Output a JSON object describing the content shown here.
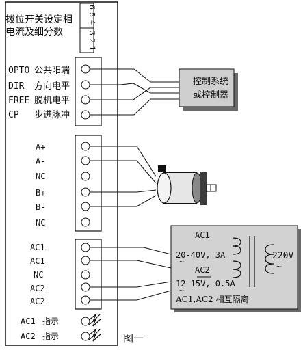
{
  "switch_block": {
    "line1": "拨位开关设定相",
    "line2": "电流及细分数",
    "numbers_top": [
      "6",
      "5",
      "4"
    ],
    "numbers_bottom": [
      "3",
      "2",
      "1"
    ]
  },
  "control_terminals": [
    {
      "code": "OPTO",
      "desc": "公共阳端"
    },
    {
      "code": "DIR",
      "desc": "方向电平"
    },
    {
      "code": "FREE",
      "desc": "脱机电平"
    },
    {
      "code": "CP",
      "desc": "步进脉冲"
    }
  ],
  "controller_box": {
    "line1": "控制系统",
    "line2": "或控制器"
  },
  "motor_terminals": [
    "A+",
    "A-",
    "NC",
    "B+",
    "B-",
    "NC"
  ],
  "power_terminals": [
    "AC1",
    "AC1",
    "NC",
    "AC2",
    "AC2"
  ],
  "indicators": [
    {
      "code": "AC1",
      "desc": "指示"
    },
    {
      "code": "AC2",
      "desc": "指示"
    }
  ],
  "transformer": {
    "ac1": "AC1",
    "spec1": "20-40V, 3A",
    "tilde1": "~",
    "ac2": "AC2",
    "spec2": "12-15V, 0.5A",
    "tilde2": "~",
    "isolation": "AC1,AC2 相互隔离",
    "primary": "220V",
    "primary_tilde": "~"
  },
  "caption": "图一"
}
